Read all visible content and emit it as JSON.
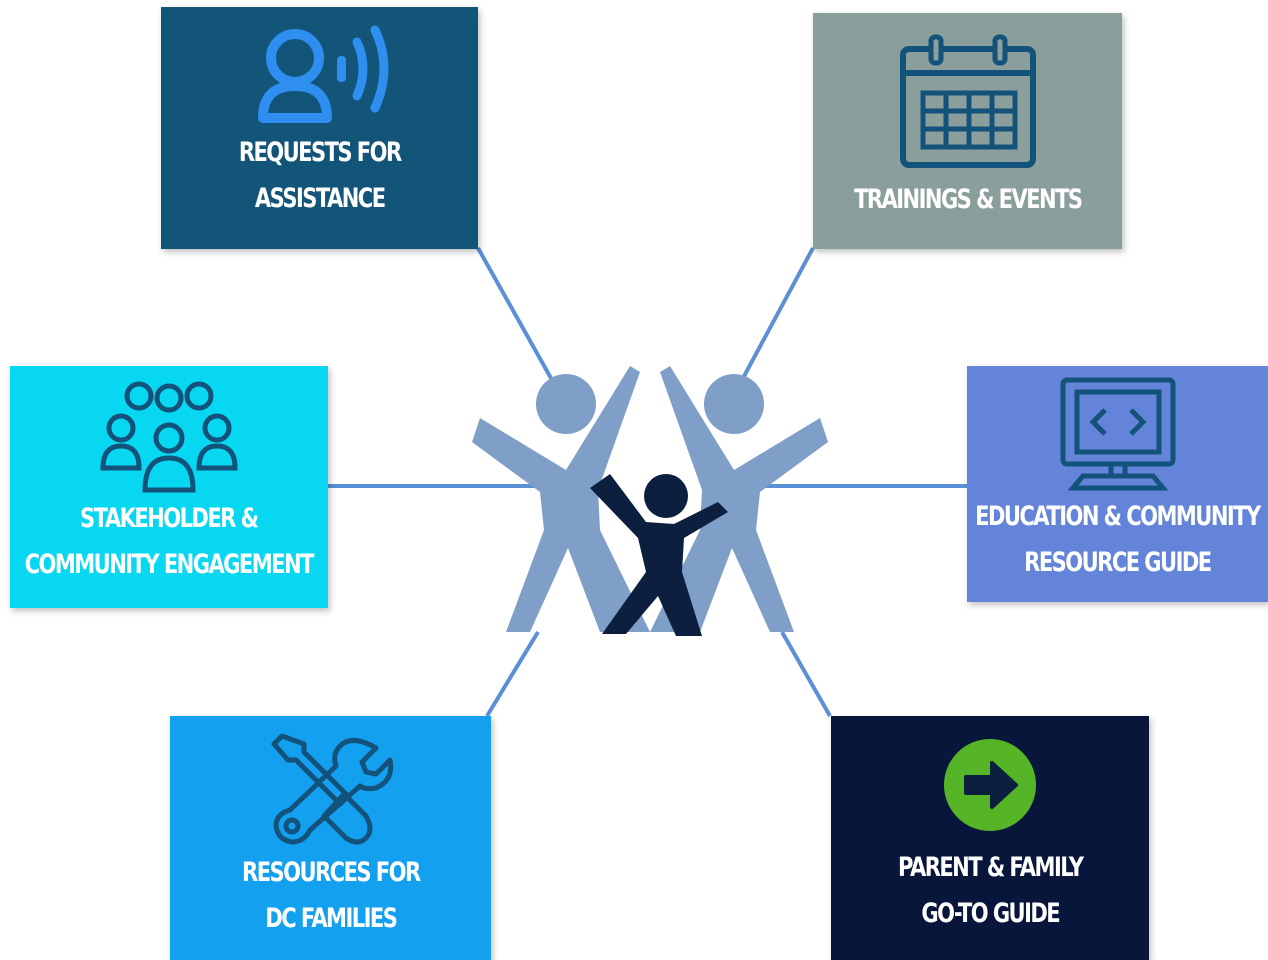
{
  "colors": {
    "connector": "#5b8fd6",
    "requests": "#135579",
    "trainings": "#8a9e9c",
    "stakeholder": "#07d7f0",
    "education": "#6384d8",
    "resources": "#12a0ef",
    "parent": "#07163a",
    "logo_outer": "#7f9ec8",
    "logo_inner": "#0c1f3f",
    "arrow_circle": "#55b527"
  },
  "tiles": {
    "requests": {
      "line1": "REQUESTS FOR",
      "line2": "ASSISTANCE",
      "icon": "person-broadcast-icon"
    },
    "trainings": {
      "line1": "TRAININGS & EVENTS",
      "icon": "calendar-icon"
    },
    "stakeholder": {
      "line1": "STAKEHOLDER &",
      "line2": "COMMUNITY ENGAGEMENT",
      "icon": "group-people-icon"
    },
    "education": {
      "line1": "EDUCATION & COMMUNITY",
      "line2": "RESOURCE GUIDE",
      "icon": "code-monitor-icon"
    },
    "resources": {
      "line1": "RESOURCES FOR",
      "line2": "DC FAMILIES",
      "icon": "tools-icon"
    },
    "parent": {
      "line1": "PARENT & FAMILY",
      "line2": "GO-TO GUIDE",
      "icon": "arrow-right-circle-icon"
    }
  },
  "center": {
    "icon": "people-cheering-logo"
  }
}
